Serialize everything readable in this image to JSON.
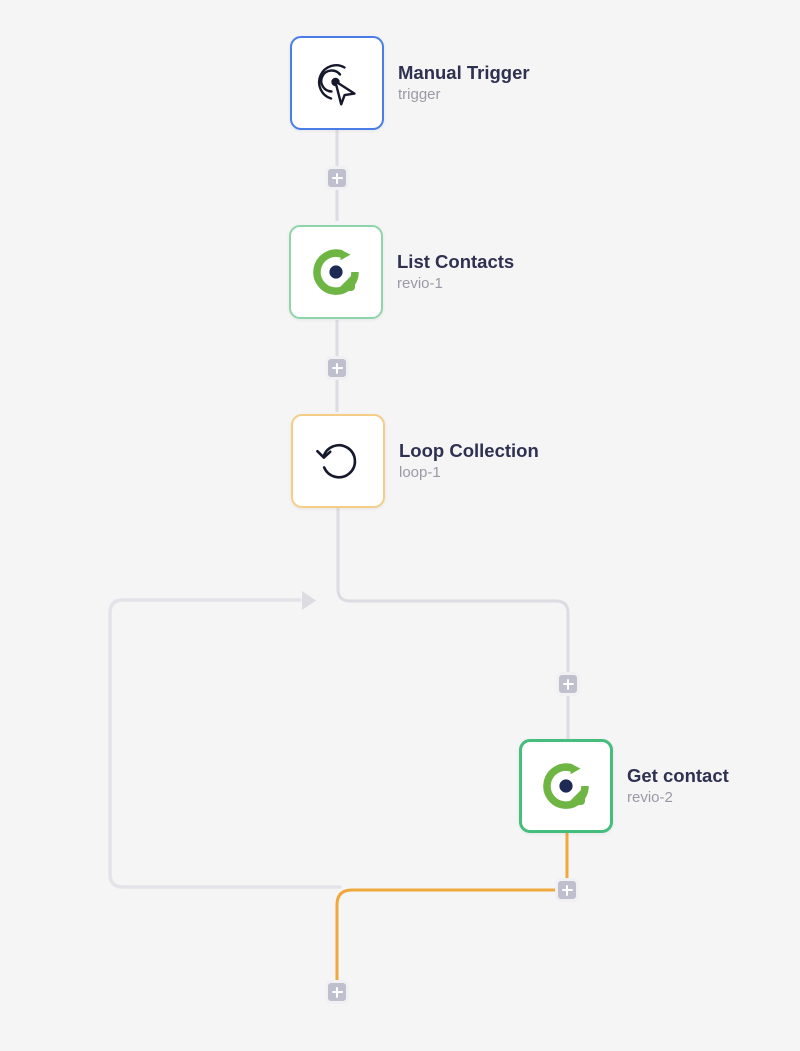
{
  "canvas": {
    "background_color": "#f5f5f6",
    "label": "workflow-canvas"
  },
  "nodes": [
    {
      "id": "trigger",
      "title": "Manual Trigger",
      "subtitle": "trigger",
      "icon": "cursor-target-icon",
      "border_color": "#4a7de8",
      "state": "normal"
    },
    {
      "id": "revio-1",
      "title": "List Contacts",
      "subtitle": "revio-1",
      "icon": "revio-logo-icon",
      "border_color": "#8ed6a9",
      "state": "normal"
    },
    {
      "id": "loop-1",
      "title": "Loop Collection",
      "subtitle": "loop-1",
      "icon": "loop-arrow-icon",
      "border_color": "#f6cd87",
      "state": "normal"
    },
    {
      "id": "revio-2",
      "title": "Get contact",
      "subtitle": "revio-2",
      "icon": "revio-logo-icon",
      "border_color": "#45bd7d",
      "state": "selected"
    }
  ],
  "add_buttons": [
    {
      "id": "add-after-trigger",
      "label": "+"
    },
    {
      "id": "add-after-list-contacts",
      "label": "+"
    },
    {
      "id": "add-loop-body-start",
      "label": "+"
    },
    {
      "id": "add-after-get-contact",
      "label": "+"
    },
    {
      "id": "add-loop-done-branch",
      "label": "+"
    }
  ],
  "edges": [
    {
      "id": "trigger-to-list",
      "color": "#dcdce2",
      "kind": "straight"
    },
    {
      "id": "list-to-loop",
      "color": "#dcdce2",
      "kind": "straight"
    },
    {
      "id": "loop-to-body",
      "color": "#dcdce2",
      "kind": "elbow"
    },
    {
      "id": "body-return-loop",
      "color": "#e3e3e9",
      "kind": "loop-back"
    },
    {
      "id": "get-contact-to-done",
      "color": "#f0a83c",
      "kind": "elbow"
    }
  ],
  "colors": {
    "accent_orange": "#f0a83c",
    "accent_green": "#45bd7d",
    "accent_blue": "#4a7de8",
    "edge_grey": "#dcdce2",
    "title_text": "#2e3150",
    "subtitle_text": "#9a9aa6",
    "plus_fill": "#bfbfcd"
  }
}
